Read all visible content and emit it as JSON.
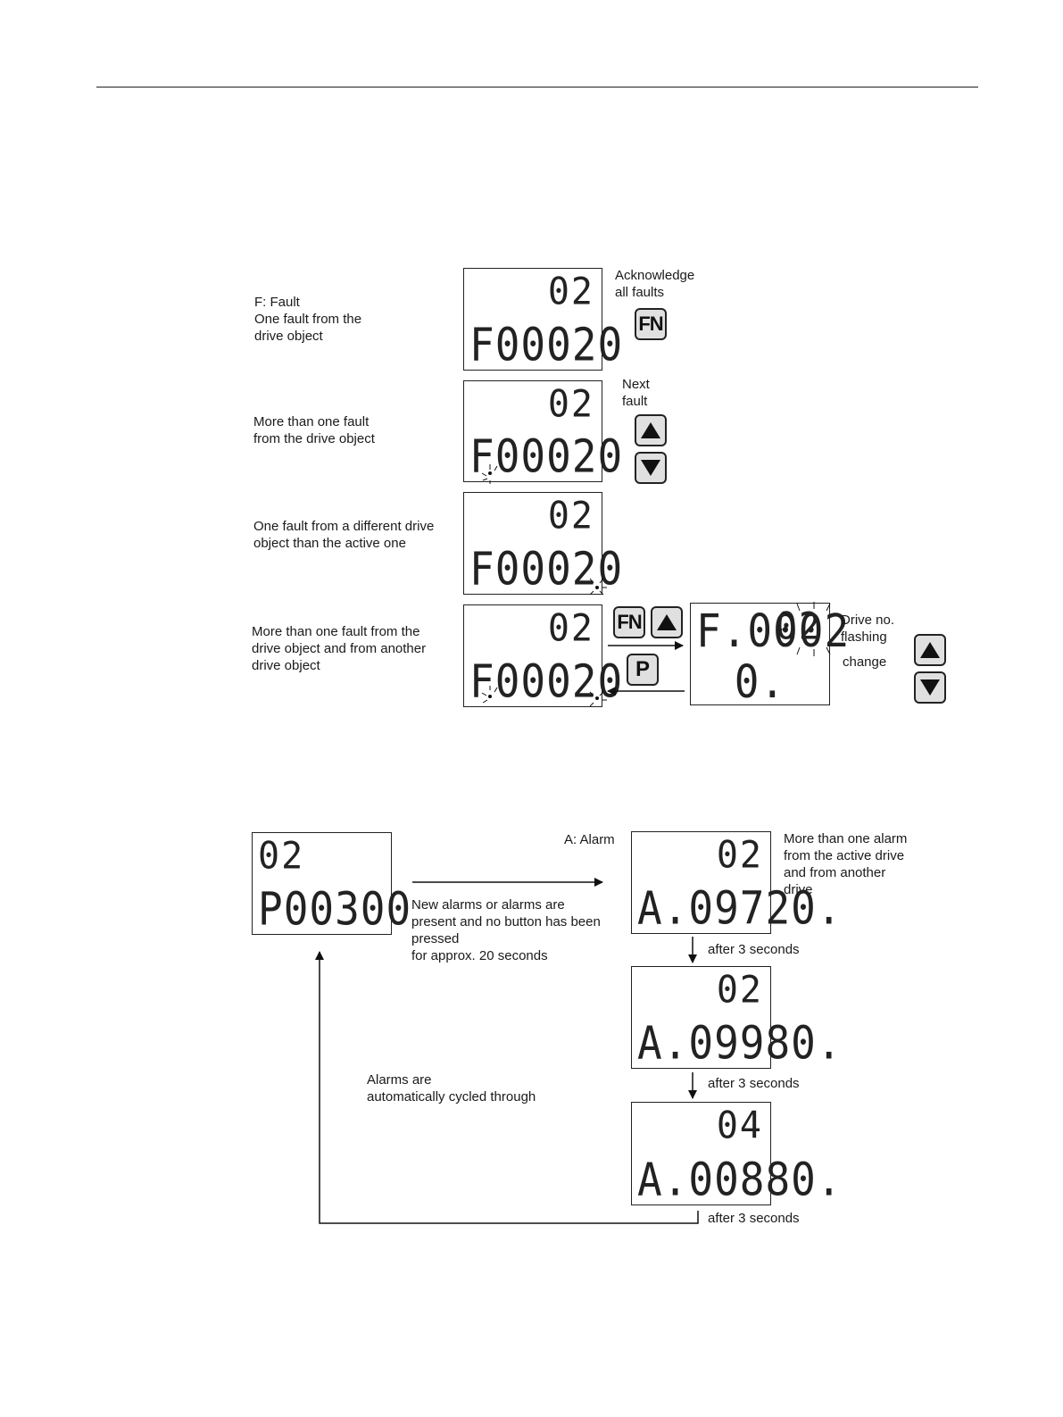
{
  "fault_section": {
    "rows": [
      {
        "label": "F: Fault\nOne fault from the\ndrive object",
        "display_top": "02",
        "display_bottom": "F00020",
        "action_label": "Acknowledge\nall faults",
        "key": "FN"
      },
      {
        "label": "More than one fault\nfrom the drive object",
        "display_top": "02",
        "display_bottom": "F00020",
        "action_label": "Next\nfault"
      },
      {
        "label": "One fault from a different drive\nobject than the active one",
        "display_top": "02",
        "display_bottom": "F00020"
      },
      {
        "label": "More than one fault from the\ndrive object and from another\ndrive object",
        "display_top": "02",
        "display_bottom": "F00020"
      }
    ],
    "combo_key_fn": "FN",
    "return_key": "P",
    "flashing_display": {
      "top": "02",
      "bottom": "F.0002 0."
    },
    "flashing_label": "Drive no.\nflashing",
    "change_label": "change"
  },
  "alarm_section": {
    "start_display": {
      "top": "02",
      "bottom": "P00300"
    },
    "transition_label": "New alarms or alarms are\npresent and no button has been\npressed\nfor approx. 20 seconds",
    "alarm_title": "A: Alarm",
    "alarm_description": "More than one alarm\nfrom the active drive\nand from another\ndrive",
    "alarm_displays": [
      {
        "top": "02",
        "bottom": "A.09720."
      },
      {
        "top": "02",
        "bottom": "A.09980."
      },
      {
        "top": "04",
        "bottom": "A.00880."
      }
    ],
    "step_label": "after 3 seconds",
    "cycle_label": "Alarms are\nautomatically cycled through"
  }
}
